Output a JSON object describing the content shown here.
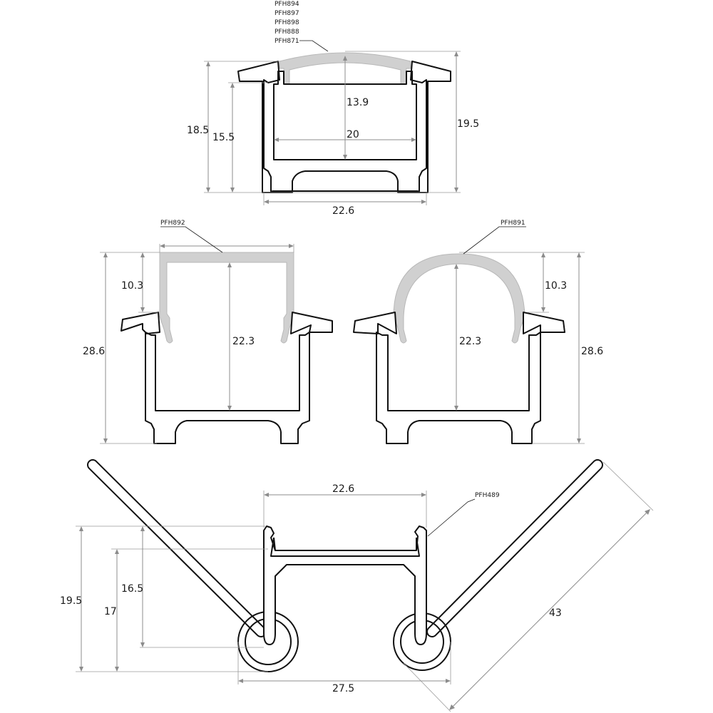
{
  "top_profile": {
    "cover_codes": [
      "PFH894",
      "PFH897",
      "PFH898",
      "PFH888",
      "PFH871"
    ],
    "dims": {
      "outer_height": "18.5",
      "inner_height_left": "15.5",
      "cover_depth": "13.9",
      "inner_width": "20",
      "total_height": "19.5",
      "bottom_width": "22.6"
    }
  },
  "middle_left": {
    "cover_code": "PFH892",
    "dims": {
      "total_height": "28.6",
      "cover_height": "10.3",
      "inner_depth": "22.3"
    }
  },
  "middle_right": {
    "cover_code": "PFH891",
    "dims": {
      "cover_height": "10.3",
      "inner_depth": "22.3",
      "total_height": "28.6"
    }
  },
  "bottom_profile": {
    "accessory_code": "PFH489",
    "dims": {
      "top_width": "22.6",
      "total_height": "19.5",
      "spring_height": "17",
      "channel_height": "16.5",
      "ring_span": "27.5",
      "wing_length": "43"
    }
  }
}
